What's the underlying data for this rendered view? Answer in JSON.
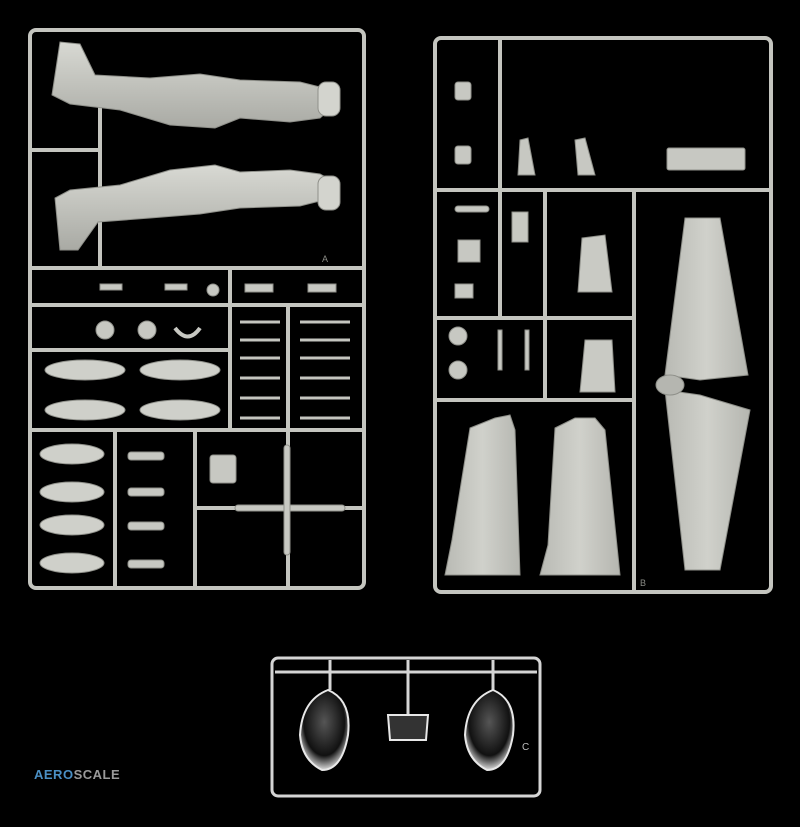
{
  "image": {
    "subject": "plastic model kit sprues on black background",
    "colors": {
      "background": "#000000",
      "plastic": "#c7c8c2",
      "plastic_shadow": "#a9aaa4",
      "clear": "#d9d9d9",
      "watermark_aero": "#4a8fc4",
      "watermark_scale": "#9a9a9a"
    }
  },
  "sprues": [
    {
      "id": "A",
      "name": "fuselage-sprue",
      "tag": "A"
    },
    {
      "id": "B",
      "name": "wing-sprue",
      "tag": "B"
    },
    {
      "id": "C",
      "name": "clear-sprue",
      "tag": "C"
    }
  ],
  "watermark": {
    "aero": "AERO",
    "scale": "SCALE"
  }
}
